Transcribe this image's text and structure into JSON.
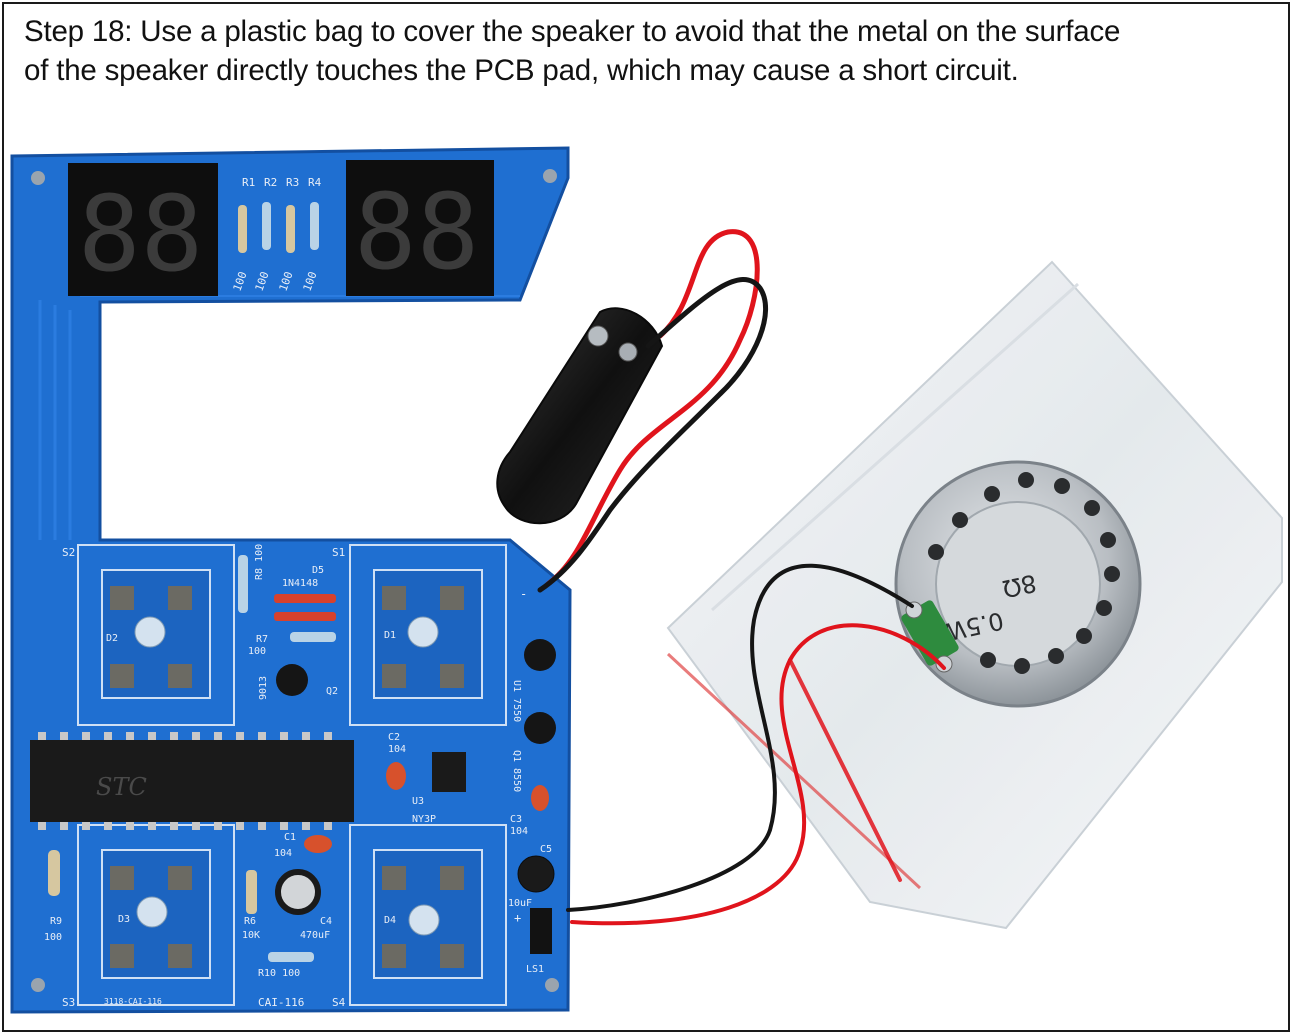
{
  "caption": {
    "line1": "Step 18: Use a plastic bag to cover the speaker to avoid that the metal on the surface",
    "line2": "of the speaker directly touches the PCB pad, which may cause a short circuit."
  },
  "pcb_labels": {
    "r1": "R1",
    "r2": "R2",
    "r3": "R3",
    "r4": "R4",
    "r100": "100",
    "s1": "S1",
    "s2": "S2",
    "s3": "S3",
    "s4": "S4",
    "d1": "D1",
    "d2": "D2",
    "d3": "D3",
    "d4": "D4",
    "d5": "D5",
    "d5_part": "1N4148",
    "r8": "R8 100",
    "r7": "R7",
    "r7_val": "100",
    "q1": "9013",
    "q2": "Q2",
    "u1": "U1 7550",
    "q_8550": "Q1 8550",
    "c2": "C2",
    "c2_val": "104",
    "u3": "U3",
    "u3_part": "NY3P",
    "c3": "C3",
    "c3_val": "104",
    "c5": "C5",
    "c5_val": "10uF",
    "c1": "C1",
    "c1_val": "104",
    "r6": "R6",
    "r6_val": "10K",
    "c4": "C4",
    "c4_val": "470uF",
    "r10": "R10  100",
    "r9": "R9",
    "r9_val": "100",
    "ls1": "LS1",
    "board_id": "CAI-116",
    "board_id_small": "3118-CAI-116",
    "chip_brand": "STC",
    "plus": "+",
    "minus": "-"
  },
  "speaker_labels": {
    "spec1": "8Ω",
    "spec2": "0.5W"
  },
  "colors": {
    "pcb": "#1f6fd1",
    "pcb_dark": "#134fa0",
    "wire_red": "#e0141c",
    "wire_black": "#151515",
    "silkscreen": "#e8eef7"
  }
}
